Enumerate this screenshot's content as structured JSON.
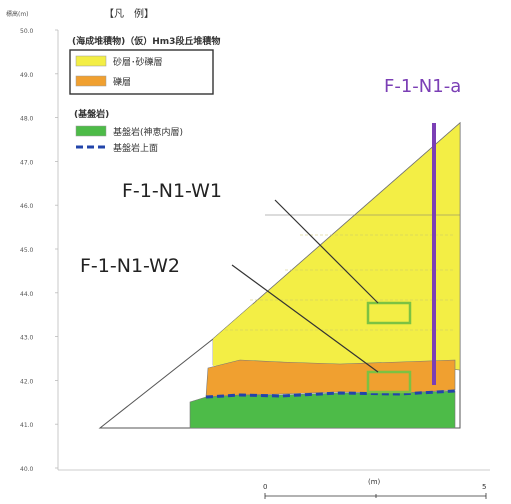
{
  "axis": {
    "unit_label": "標高(m)",
    "ticks": [
      "50.0",
      "49.0",
      "48.0",
      "47.0",
      "46.0",
      "45.0",
      "44.0",
      "43.0",
      "42.0",
      "41.0",
      "40.0"
    ]
  },
  "legend": {
    "title": "【凡　例】",
    "marine_heading": "(海成堆積物)（仮）Hm3段丘堆積物",
    "marine_items": [
      {
        "label": "砂層･砂礫層",
        "color": "#f3ee45"
      },
      {
        "label": "礫層",
        "color": "#f0a030"
      }
    ],
    "bedrock_heading": "(基盤岩)",
    "bedrock_items": [
      {
        "label": "基盤岩(神恵内層)",
        "color": "#4dbb48"
      },
      {
        "label": "基盤岩上面",
        "color": "#2244aa"
      }
    ]
  },
  "labels": {
    "borehole": "F-1-N1-a",
    "sample_w1": "F-1-N1-W1",
    "sample_w2": "F-1-N1-W2"
  },
  "scale": {
    "start": "0",
    "unit": "(m)",
    "end": "5"
  },
  "colors": {
    "sand": "#f3ee45",
    "gravel": "#f0a030",
    "bedrock": "#4dbb48",
    "bedrock_top": "#2244aa",
    "borehole": "#7b3fb5",
    "sample_box": "#7cc242",
    "label_purple": "#7b3fb5"
  }
}
